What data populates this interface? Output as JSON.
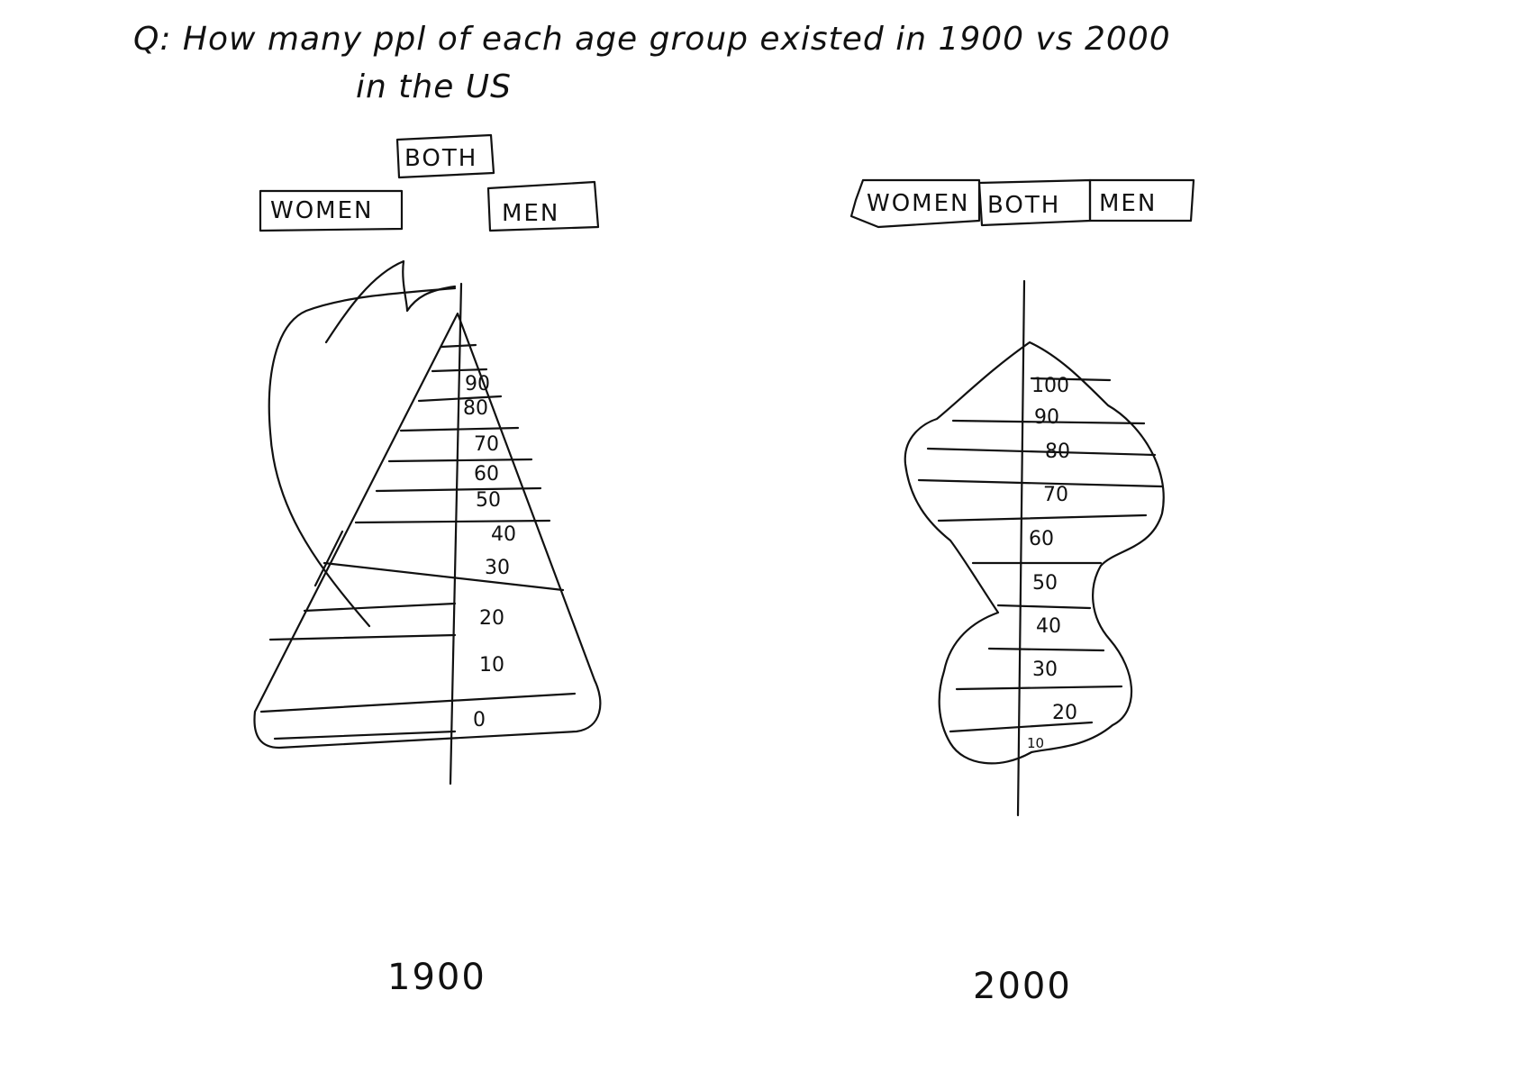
{
  "question": {
    "line1": "Q: How many ppl of each age group existed in 1900 vs 2000",
    "line2": "in the US"
  },
  "chart_data": [
    {
      "type": "diagram",
      "year": "1900",
      "legend": {
        "both": "BOTH",
        "women": "WOMEN",
        "men": "MEN"
      },
      "age_labels": [
        "90",
        "80",
        "70",
        "60",
        "50",
        "40",
        "30",
        "20",
        "10",
        "0"
      ]
    },
    {
      "type": "diagram",
      "year": "2000",
      "legend": {
        "women": "WOMEN",
        "both": "BOTH",
        "men": "MEN"
      },
      "age_labels": [
        "100",
        "90",
        "80",
        "70",
        "60",
        "50",
        "40",
        "30",
        "20",
        "10"
      ]
    }
  ]
}
